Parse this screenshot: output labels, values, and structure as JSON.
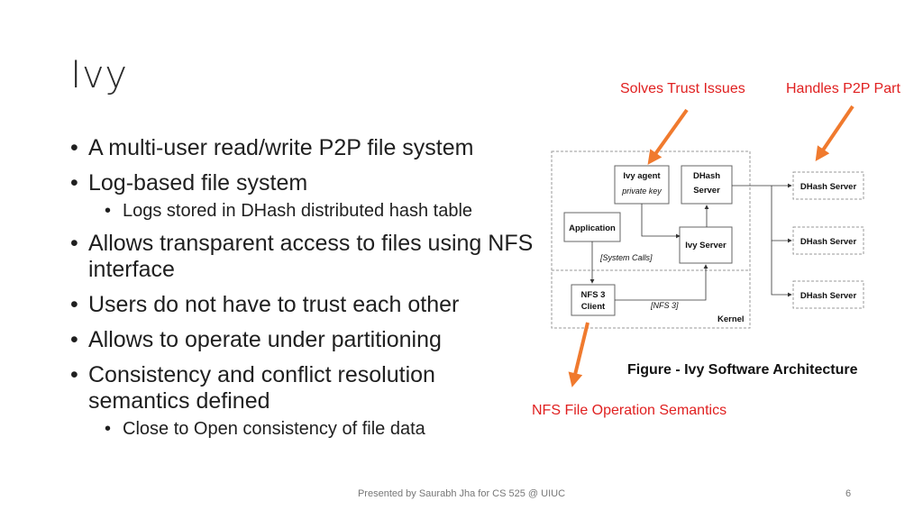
{
  "slide": {
    "title": "Ivy",
    "bullets": [
      {
        "text": "A multi-user read/write P2P file system"
      },
      {
        "text": "Log-based file system"
      },
      {
        "text": "Logs stored in DHash distributed hash table"
      },
      {
        "text": "Allows transparent access to files using NFS interface"
      },
      {
        "text": "Users do not have to trust each other"
      },
      {
        "text": "Allows to operate under partitioning"
      },
      {
        "text": "Consistency and conflict resolution semantics defined"
      },
      {
        "text": "Close to Open consistency of file data"
      }
    ],
    "footer": "Presented by Saurabh Jha for CS 525 @ UIUC",
    "page_number": "6"
  },
  "callouts": {
    "trust": "Solves Trust Issues",
    "p2p": "Handles P2P Part",
    "nfs": "NFS File Operation Semantics"
  },
  "figure": {
    "caption": "Figure - Ivy Software Architecture",
    "boxes": {
      "ivy_agent": "Ivy agent",
      "private_key": "private key",
      "dhash_server_line1": "DHash",
      "dhash_server_line2": "Server",
      "application": "Application",
      "ivy_server": "Ivy Server",
      "nfs_client_line1": "NFS 3",
      "nfs_client_line2": "Client",
      "remote_dhash_1": "DHash Server",
      "remote_dhash_2": "DHash Server",
      "remote_dhash_3": "DHash Server"
    },
    "labels": {
      "system_calls": "[System Calls]",
      "nfs3": "[NFS 3]",
      "kernel": "Kernel"
    }
  },
  "colors": {
    "callout_text": "#e02020",
    "arrow": "#f07a2e"
  }
}
